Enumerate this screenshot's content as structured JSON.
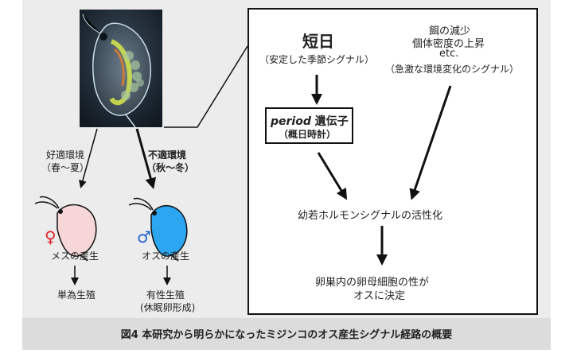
{
  "left": {
    "good_env": {
      "line1": "好適環境",
      "line2": "（春〜夏）"
    },
    "bad_env": {
      "line1": "不適環境",
      "line2": "（秋〜冬）"
    },
    "female": {
      "symbol": "♀",
      "label": "メスの産生",
      "outcome": "単為生殖",
      "color": "#e0202a",
      "body_color": "#f6d6d6"
    },
    "male": {
      "symbol": "♂",
      "label": "オスの産生",
      "outcome_line1": "有性生殖",
      "outcome_line2": "(休眠卵形成)",
      "color": "#1e5fd0",
      "body_color": "#2ca6f0"
    }
  },
  "panel": {
    "short_day": {
      "title": "短日",
      "sub": "（安定した季節シグナル）"
    },
    "other": {
      "line1": "餌の減少",
      "line2": "個体密度の上昇",
      "line3": "etc.",
      "line4": "（急激な環境変化のシグナル）"
    },
    "period": {
      "gene_name": "period",
      "gene_suffix": " 遺伝子",
      "sub": "（概日時計）"
    },
    "hormone": "幼若ホルモンシグナルの活性化",
    "result": {
      "line1": "卵巣内の卵母細胞の性が",
      "line2": "オスに決定"
    }
  },
  "caption": "図4 本研究から明らかになったミジンコのオス産生シグナル経路の概要"
}
